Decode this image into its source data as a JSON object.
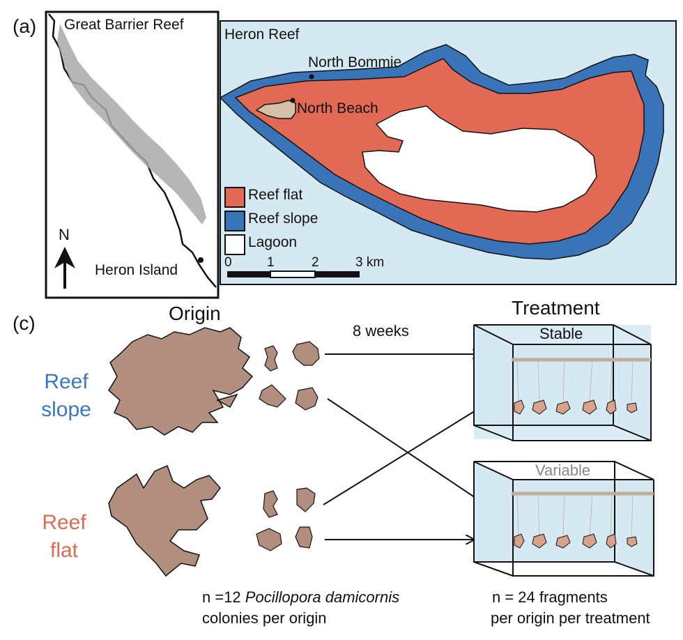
{
  "panel_a": {
    "label": "(a)",
    "region_label": "Great Barrier Reef",
    "north_label": "N",
    "island_label": "Heron Island"
  },
  "panel_b": {
    "title": "Heron Reef",
    "site_1": "North Bommie",
    "site_2": "North Beach",
    "legend": [
      {
        "label": "Reef flat",
        "color": "#e26a55"
      },
      {
        "label": "Reef slope",
        "color": "#3a74b8"
      },
      {
        "label": "Lagoon",
        "color": "#ffffff"
      }
    ],
    "scale_ticks": [
      "0",
      "1",
      "2",
      "3 km"
    ],
    "background_color": "#d5e9f2"
  },
  "panel_c": {
    "label": "(c)",
    "origin_title": "Origin",
    "treatment_title": "Treatment",
    "duration_label": "8 weeks",
    "origin_slope": [
      "Reef",
      "slope"
    ],
    "origin_flat": [
      "Reef",
      "flat"
    ],
    "tank_stable_label": "Stable",
    "tank_variable_label": "Variable",
    "colony_note_line1_prefix": "n =12 ",
    "colony_note_species": "Pocillopora damicornis",
    "colony_note_line2": "colonies per origin",
    "fragment_note_line1": "n = 24 fragments",
    "fragment_note_line2": "per origin per treatment",
    "coral_color": "#b28e7f",
    "slope_color": "#3b78c2",
    "flat_color": "#e26a55"
  }
}
